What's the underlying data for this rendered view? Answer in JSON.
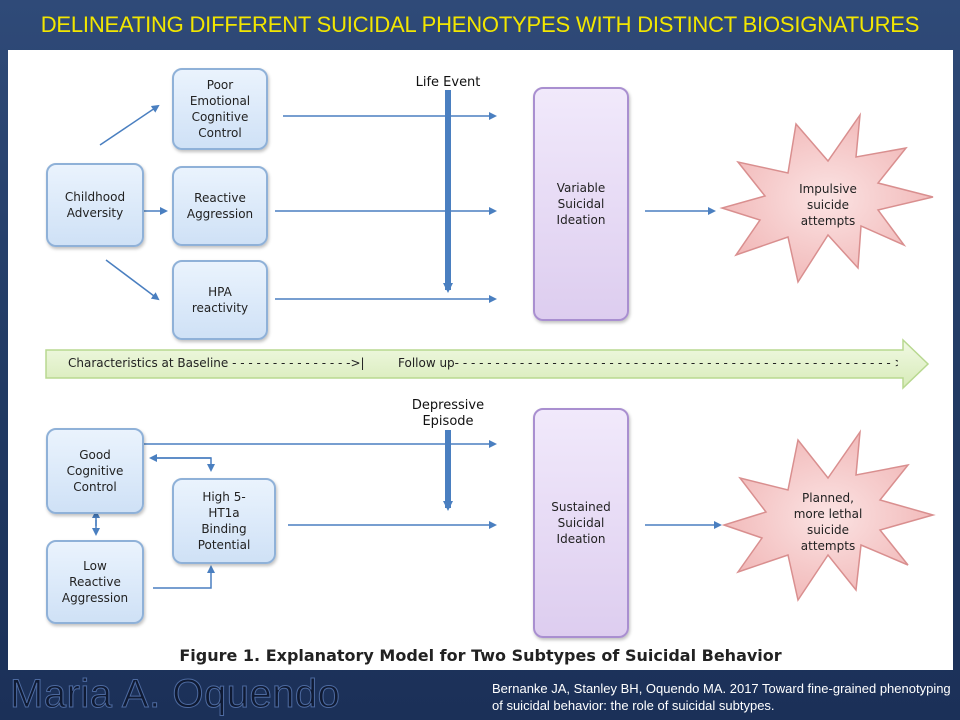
{
  "slide_title": "DELINEATING DIFFERENT SUICIDAL PHENOTYPES WITH DISTINCT BIOSIGNATURES",
  "top_section": {
    "life_event_label": "Life Event",
    "childhood_adversity": "Childhood\nAdversity",
    "poor_emotional_control": "Poor\nEmotional\nCognitive\nControl",
    "reactive_aggression": "Reactive\nAggression",
    "hpa_reactivity": "HPA\nreactivity",
    "variable_ideation": "Variable\nSuicidal\nIdeation",
    "impulsive_attempts": "Impulsive\nsuicide\nattempts"
  },
  "timeline": {
    "baseline_text": "Characteristics at Baseline - - - - - - - - - - - - - - ->|",
    "followup_text": "Follow up- - - - - - - - - - - - - - - - - - - - - - - - - - - - - - - - - - - - - - - - - - - - - - - - - - - - - - >"
  },
  "bottom_section": {
    "depressive_episode_label": "Depressive\nEpisode",
    "good_cognitive_control": "Good\nCognitive\nControl",
    "low_reactive_aggression": "Low\nReactive\nAggression",
    "high_5ht1a": "High 5-\nHT1a\nBinding\nPotential",
    "sustained_ideation": "Sustained\nSuicidal\nIdeation",
    "planned_attempts": "Planned,\nmore lethal\nsuicide\nattempts"
  },
  "figure_caption": "Figure 1. Explanatory Model for Two Subtypes of Suicidal Behavior",
  "author": "Maria A. Oquendo",
  "citation": "Bernanke JA, Stanley BH, Oquendo MA.  2017  Toward fine-grained phenotyping of suicidal behavior: the role of suicidal subtypes.",
  "colors": {
    "title_text": "#f2e600",
    "arrow": "#4a7fc0",
    "box_border": "#8fb1d8",
    "purple_box": "#ddcdef",
    "burst_fill": "#f5c9c9",
    "timeline_fill": "#e6f3cf"
  }
}
